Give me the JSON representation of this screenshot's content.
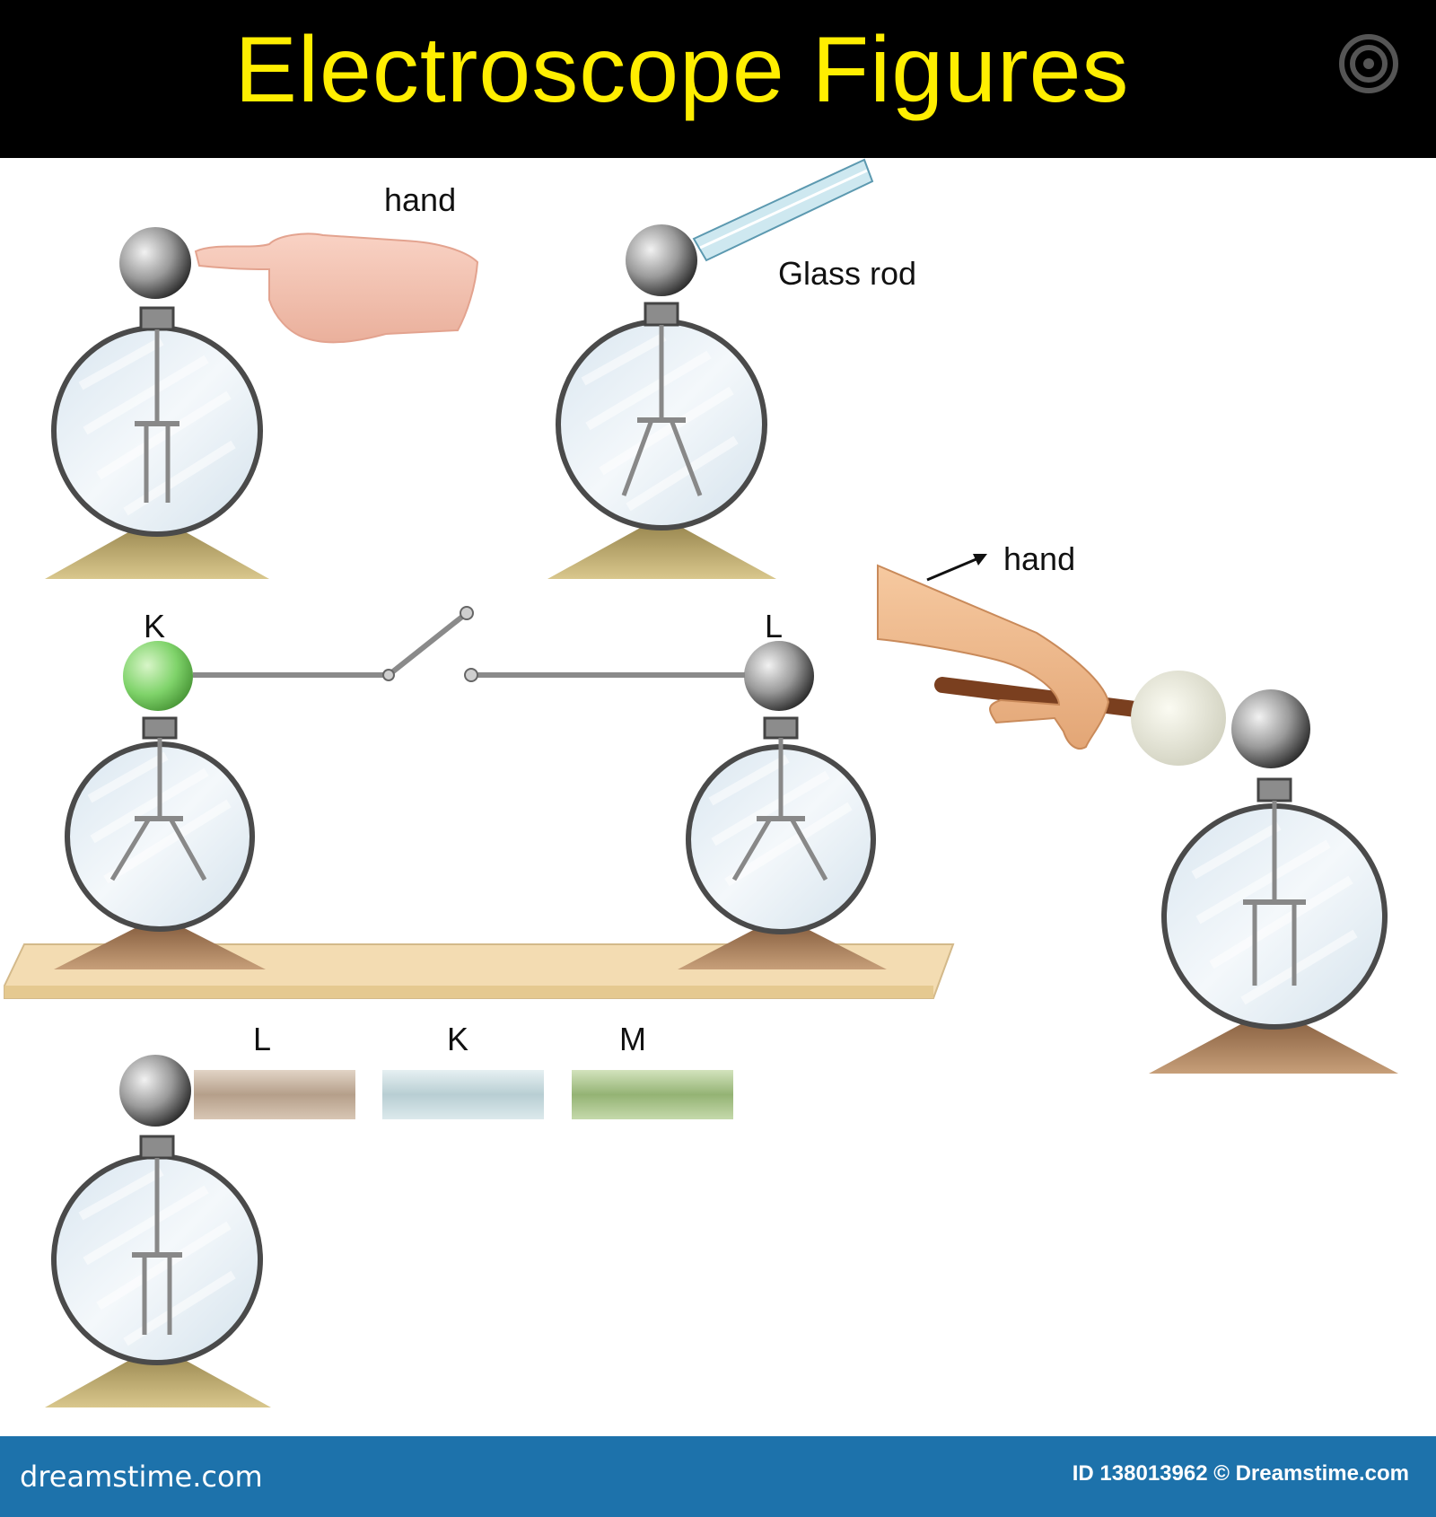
{
  "title": "Electroscope Figures",
  "labels": {
    "hand_1": "hand",
    "glass_rod": "Glass rod",
    "hand_2": "hand",
    "sphere_k": "K",
    "sphere_l": "L",
    "rod_l": "L",
    "rod_k": "K",
    "rod_m": "M"
  },
  "footer": {
    "brand": "dreamstime.com",
    "id_text": "ID 138013962 © Dreamstime.com"
  },
  "colors": {
    "title_text": "#ffee00",
    "title_bar": "#000000",
    "footer_bar": "#1d72ab",
    "sphere_k": "#7fd36a",
    "rod_l": "#c9b5a4",
    "rod_k": "#c9dde0",
    "rod_m": "#a8c28a"
  }
}
